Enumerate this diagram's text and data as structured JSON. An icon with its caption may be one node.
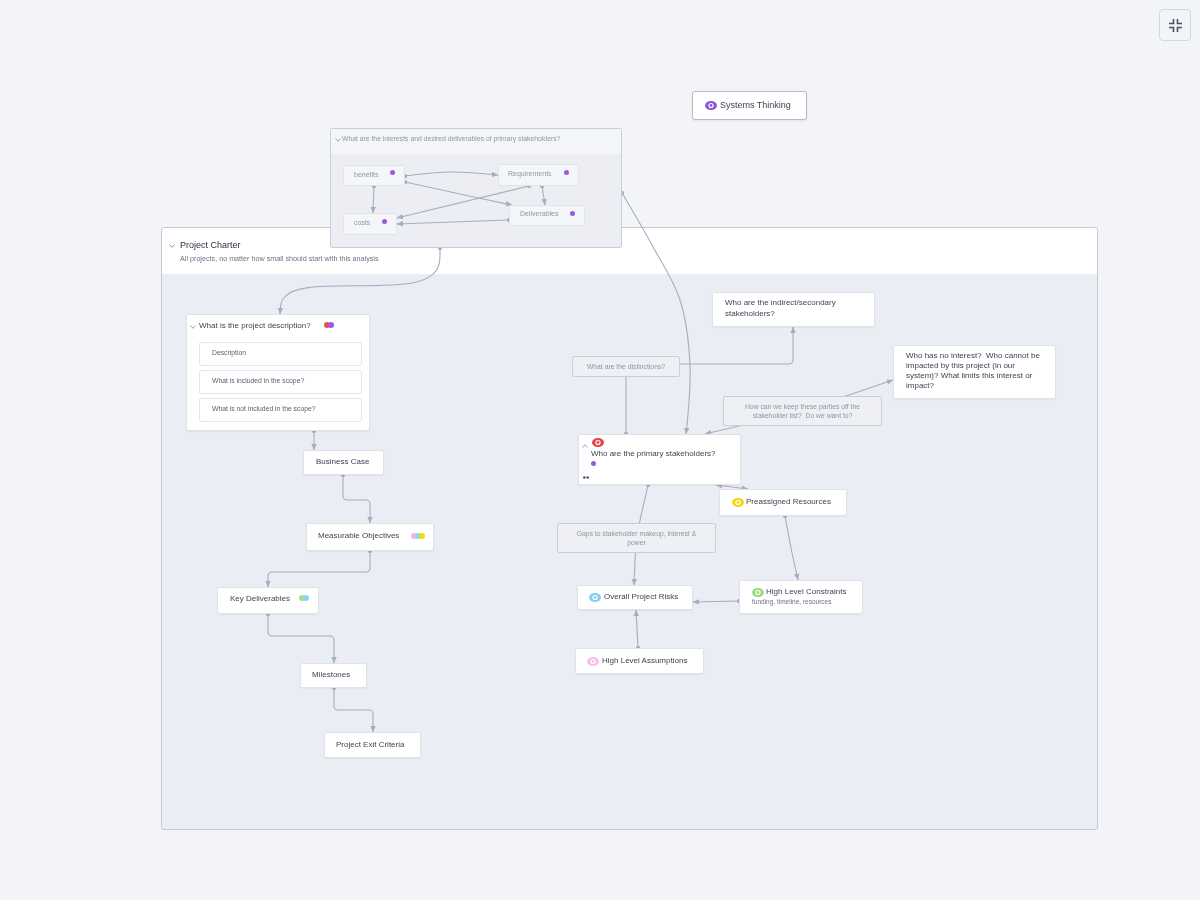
{
  "diagram": {
    "nodes": [
      {
        "text": [
          "Systems Thinking"
        ]
      },
      {
        "text": [
          "What are the interests and desired deliverables of primary stakeholders?"
        ]
      },
      {
        "text": [
          "benefits"
        ],
        "in": 1
      },
      {
        "text": [
          "Requirements"
        ],
        "in": 1
      },
      {
        "text": [
          "costs"
        ],
        "in": 1
      },
      {
        "text": [
          "Deliverables"
        ],
        "in": 1
      },
      {
        "text": [
          "Project Charter",
          "All projects, no matter how small should start with this analysis"
        ]
      },
      {
        "text": [
          "What is the project description?"
        ],
        "in": 6
      },
      {
        "text": [
          "Description"
        ],
        "in": 7
      },
      {
        "text": [
          "What is included in the scope?"
        ],
        "in": 7
      },
      {
        "text": [
          "What is not included in the scope?"
        ],
        "in": 7
      },
      {
        "text": [
          "Business Case"
        ],
        "in": 6
      },
      {
        "text": [
          "Measurable Objectives"
        ],
        "in": 6
      },
      {
        "text": [
          "Key Deliverables"
        ],
        "in": 6
      },
      {
        "text": [
          "Milestones"
        ],
        "in": 6
      },
      {
        "text": [
          "Project Exit Criteria"
        ],
        "in": 6
      },
      {
        "text": [
          "Who are the indirect/secondary stakeholders?"
        ],
        "in": 6
      },
      {
        "text": [
          "Who has no interest?  Who cannot be impacted by this project (in our system)? What limits this interest or impact?"
        ],
        "in": 6
      },
      {
        "text": [
          "Who are the primary stakeholders?"
        ],
        "in": 6
      },
      {
        "text": [
          "Preassigned Resources"
        ],
        "in": 6
      },
      {
        "text": [
          "Overall Project Risks"
        ],
        "in": 6
      },
      {
        "text": [
          "High Level Constraints",
          "funding, timeline, resources"
        ],
        "in": 6
      },
      {
        "text": [
          "High Level Assumptions"
        ],
        "in": 6
      }
    ],
    "edges": [
      {
        "from": 2,
        "to": 3,
        "arrow": "to"
      },
      {
        "from": 2,
        "to": 5,
        "arrow": "to"
      },
      {
        "from": 2,
        "to": 4,
        "arrow": "to"
      },
      {
        "from": 3,
        "to": 5,
        "arrow": "to"
      },
      {
        "from": 3,
        "to": 4,
        "arrow": "to"
      },
      {
        "from": 5,
        "to": 4,
        "arrow": "to"
      },
      {
        "from": 1,
        "to": 7,
        "arrow": "to"
      },
      {
        "from": 1,
        "to": 18,
        "arrow": "to"
      },
      {
        "from": 7,
        "to": 11,
        "arrow": "to"
      },
      {
        "from": 11,
        "to": 12,
        "arrow": "to"
      },
      {
        "from": 12,
        "to": 13,
        "arrow": "to"
      },
      {
        "from": 13,
        "to": 14,
        "arrow": "to"
      },
      {
        "from": 14,
        "to": 15,
        "arrow": "to"
      },
      {
        "from": 18,
        "to": 16,
        "arrow": "to",
        "label": "What are the distinctions?"
      },
      {
        "from": 18,
        "to": 17,
        "arrow": "both",
        "label": "How can we keep these parties off the stakeholder list?  Do we want to?"
      },
      {
        "from": 18,
        "to": 20,
        "arrow": "to",
        "label": "Gaps to stakeholder makeup, interest & power"
      },
      {
        "from": 18,
        "to": 19,
        "arrow": "both"
      },
      {
        "from": 19,
        "to": 21,
        "arrow": "to"
      },
      {
        "from": 21,
        "to": 20,
        "arrow": "to"
      },
      {
        "from": 22,
        "to": 20,
        "arrow": "to"
      }
    ]
  }
}
